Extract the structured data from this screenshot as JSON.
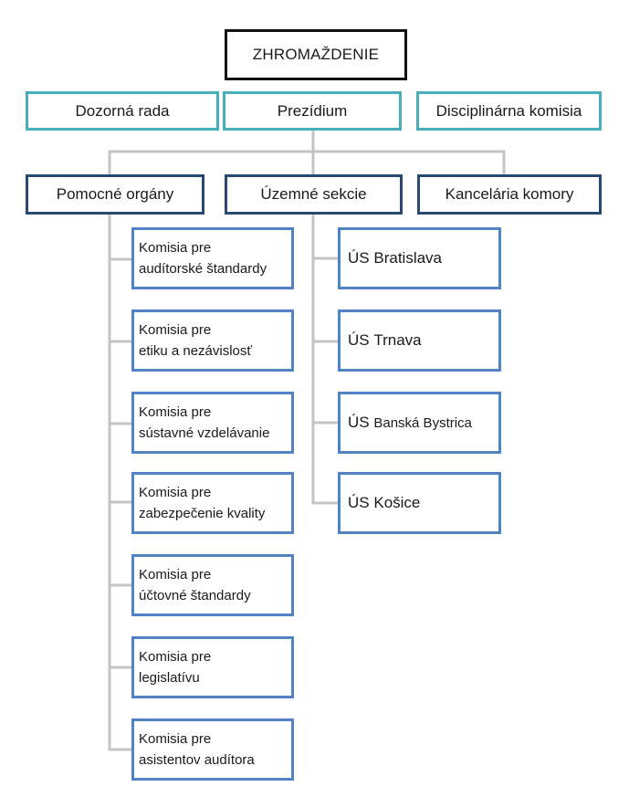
{
  "root": {
    "label": "ZHROMAŽDENIE"
  },
  "supervisory": [
    "Dozorná rada",
    "Prezídium",
    "Disciplinárna komisia"
  ],
  "departments": [
    "Pomocné orgány",
    "Územné sekcie",
    "Kancelária komory"
  ],
  "committees": [
    {
      "line1": "Komisia pre",
      "line2": "audítorské štandardy"
    },
    {
      "line1": "Komisia pre",
      "line2": "etiku a nezávislosť"
    },
    {
      "line1": "Komisia pre",
      "line2": "sústavné vzdelávanie"
    },
    {
      "line1": "Komisia pre",
      "line2": "zabezpečenie kvality"
    },
    {
      "line1": "Komisia pre",
      "line2": "účtovné štandardy"
    },
    {
      "line1": "Komisia pre",
      "line2": "legislatívu"
    },
    {
      "line1": "Komisia pre",
      "line2": "asistentov audítora"
    }
  ],
  "sections": [
    {
      "prefix": "ÚS",
      "name": "Bratislava"
    },
    {
      "prefix": "ÚS",
      "name": "Trnava"
    },
    {
      "prefix": "ÚS",
      "name": "Banská Bystrica"
    },
    {
      "prefix": "ÚS",
      "name": "Košice"
    }
  ],
  "colors": {
    "root_border": "#111111",
    "supervisory_border": "#4aaeba",
    "department_border": "#264a72",
    "leaf_border": "#4f83c3",
    "connector": "#c4c4c4"
  }
}
